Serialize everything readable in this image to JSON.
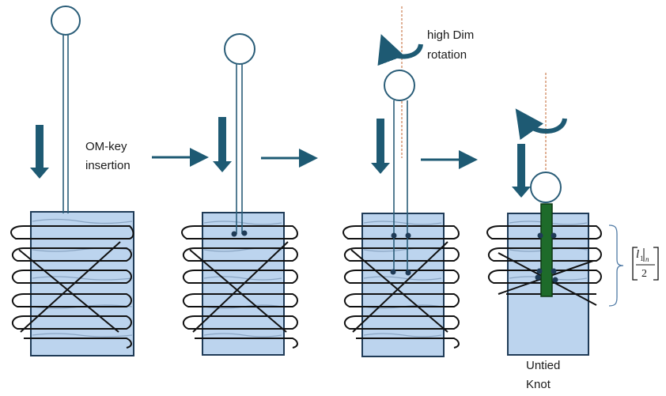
{
  "colors": {
    "block_fill": "#bcd4ee",
    "block_stroke": "#1f3b57",
    "arrow": "#1e5a73",
    "key_stroke": "#2a5d78",
    "knot_green": "#1e6b2a",
    "axis_dash": "#c0632e",
    "rope": "#111111"
  },
  "labels": {
    "insertion_line1": "OM-key",
    "insertion_line2": "insertion",
    "rotation_line1": "high Dim",
    "rotation_line2": "rotation",
    "untied_line1": "Untied",
    "untied_line2": "Knot"
  },
  "formula": {
    "var": "l",
    "sub1": "1",
    "subn": "n",
    "denominator": "2"
  },
  "icons": [
    "down-arrow-icon",
    "right-arrow-icon",
    "rotation-arrow-icon",
    "key-icon",
    "brace-icon"
  ]
}
